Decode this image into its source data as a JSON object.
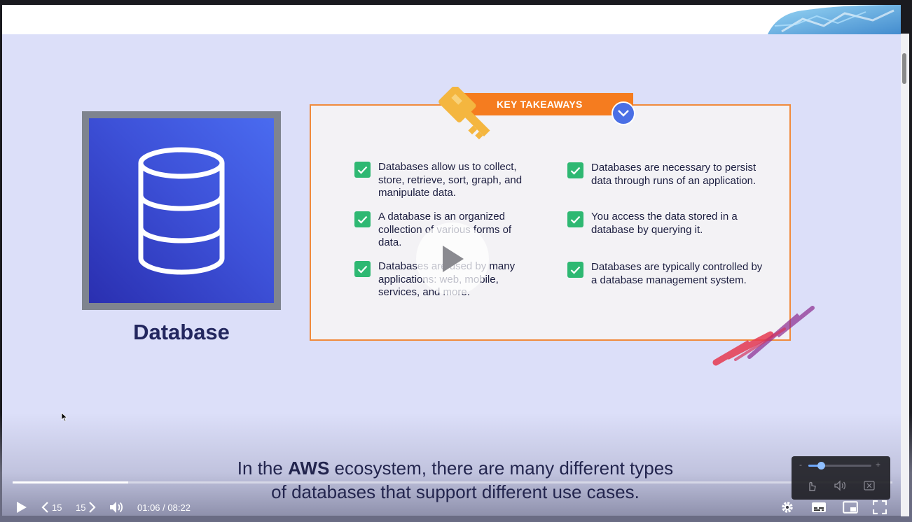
{
  "slide": {
    "db_label": "Database",
    "banner_title": "KEY TAKEAWAYS",
    "takeaways": [
      "Databases allow us to collect, store, retrieve, sort, graph, and manipulate data.",
      "A database is an organized collection of various forms of data.",
      "Databases are used by many applications: web, mobile, services, and more.",
      "Databases are necessary to persist data through runs of an application.",
      "You access the data stored in a database by querying it.",
      "Databases are typically controlled by a database management system."
    ]
  },
  "captions": {
    "line1_pre": "In the ",
    "line1_bold": "AWS",
    "line1_post": " ecosystem, there are many different types",
    "line2": "of databases that support different use cases."
  },
  "player": {
    "current_time": "01:06",
    "duration": "08:22",
    "time_separator": "/",
    "rewind_seconds": "15",
    "forward_seconds": "15",
    "progress_fraction": 0.131,
    "volume_fraction": 0.2,
    "volume_minus": "-",
    "volume_plus": "+",
    "icons": {
      "play": "play-icon",
      "rewind": "rewind-15-icon",
      "forward": "forward-15-icon",
      "volume": "volume-icon",
      "settings": "gear-icon",
      "captions": "captions-icon",
      "pip": "picture-in-picture-icon",
      "fullscreen": "fullscreen-icon"
    }
  },
  "colors": {
    "slide_bg": "#dcdff9",
    "accent_orange": "#f57c1f",
    "check_green": "#2eb872",
    "db_blue": "#3d51d8",
    "title_navy": "#23275f"
  }
}
